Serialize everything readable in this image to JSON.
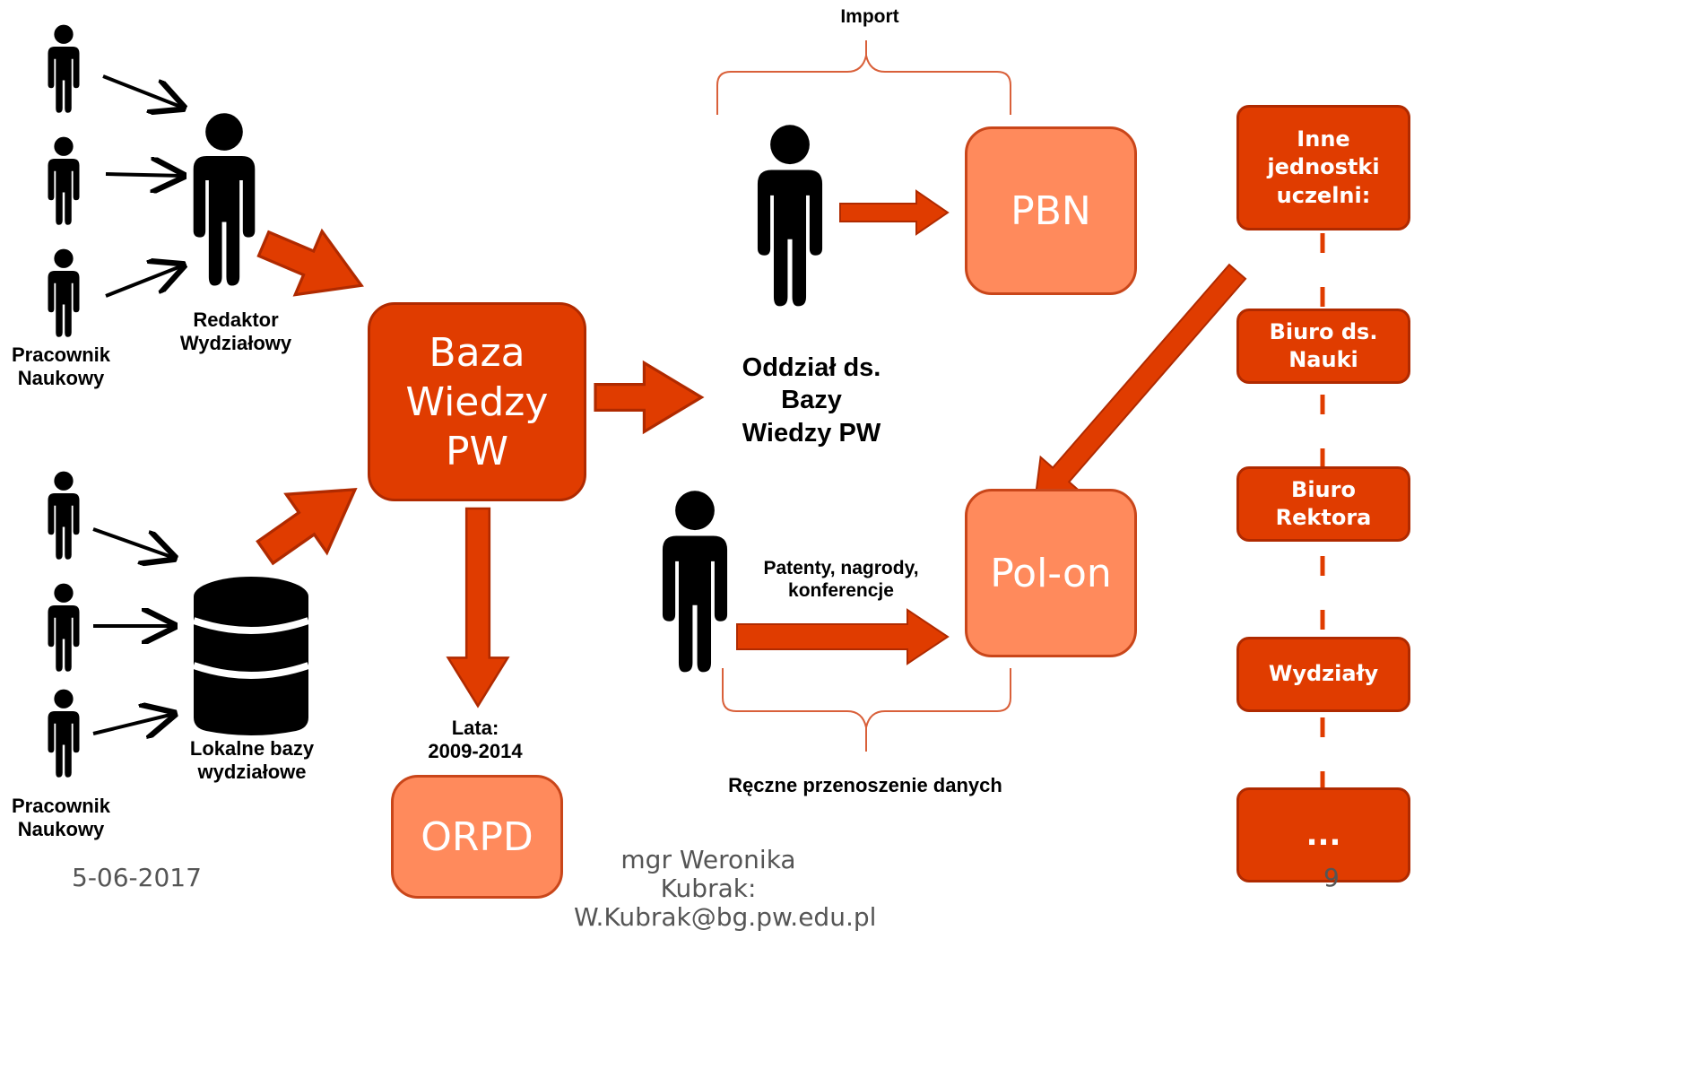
{
  "labels": {
    "pracownik_top": "Pracownik\nNaukowy",
    "pracownik_bottom": "Pracownik\nNaukowy",
    "redaktor": "Redaktor\nWydziałowy",
    "lokalne": "Lokalne bazy\nwydziałowe",
    "import": "Import",
    "oddzial": "Oddział ds.\nBazy\nWiedzy PW",
    "patenty": "Patenty, nagrody,\nkonferencje",
    "reczne": "Ręczne przenoszenie danych",
    "lata": "Lata:\n2009-2014"
  },
  "boxes": {
    "baza": "Baza\nWiedzy\nPW",
    "pbn": "PBN",
    "polon": "Pol-on",
    "orpd": "ORPD"
  },
  "side_units": [
    "Inne\njednostki\nuczelni:",
    "Biuro ds.\nNauki",
    "Biuro\nRektora",
    "Wydziały",
    "..."
  ],
  "footer": {
    "date": "5-06-2017",
    "author": "mgr Weronika Kubrak:\nW.Kubrak@bg.pw.edu.pl",
    "page": "9"
  },
  "icons": {
    "person": "person-icon",
    "database": "database-icon",
    "arrow": "block-arrow-icon"
  },
  "colors": {
    "accent": "#e03c00",
    "light_box": "#ff8a5c",
    "text": "#000000"
  }
}
